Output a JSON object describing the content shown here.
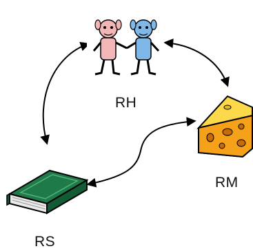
{
  "nodes": {
    "rh": {
      "label": "RH",
      "icon": "two-people-icon"
    },
    "rm": {
      "label": "RM",
      "icon": "cheese-icon"
    },
    "rs": {
      "label": "RS",
      "icon": "book-icon"
    }
  },
  "edges": [
    {
      "from": "RH",
      "to": "RS",
      "style": "double-headed-arrow"
    },
    {
      "from": "RH",
      "to": "RM",
      "style": "double-headed-arrow"
    },
    {
      "from": "RS",
      "to": "RM",
      "style": "double-headed-arrow"
    }
  ],
  "colors": {
    "arrow": "#000000",
    "person_left": "#f2b6b6",
    "person_right": "#7fb8e8",
    "cheese": "#f5a21a",
    "book": "#1f7a4a"
  }
}
